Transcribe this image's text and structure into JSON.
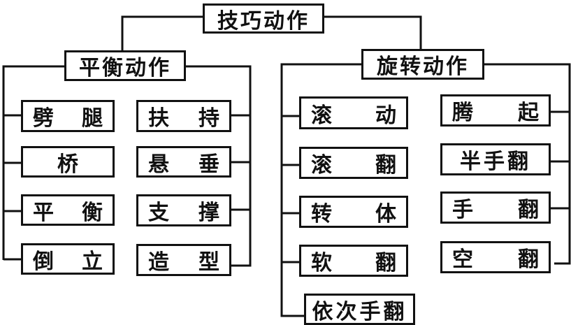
{
  "root": {
    "label": "技巧动作"
  },
  "balance": {
    "label": "平衡动作",
    "left_items": [
      {
        "chars": [
          "劈",
          "腿"
        ]
      },
      {
        "chars": [
          "桥"
        ]
      },
      {
        "chars": [
          "平",
          "衡"
        ]
      },
      {
        "chars": [
          "倒",
          "立"
        ]
      }
    ],
    "right_items": [
      {
        "chars": [
          "扶",
          "持"
        ]
      },
      {
        "chars": [
          "悬",
          "垂"
        ]
      },
      {
        "chars": [
          "支",
          "撑"
        ]
      },
      {
        "chars": [
          "造",
          "型"
        ]
      }
    ]
  },
  "rotation": {
    "label": "旋转动作",
    "left_items": [
      {
        "chars": [
          "滚",
          "动"
        ]
      },
      {
        "chars": [
          "滚",
          "翻"
        ]
      },
      {
        "chars": [
          "转",
          "体"
        ]
      },
      {
        "chars": [
          "软",
          "翻"
        ]
      },
      {
        "label": "依次手翻"
      }
    ],
    "right_items": [
      {
        "chars": [
          "腾",
          "起"
        ]
      },
      {
        "label": "半手翻"
      },
      {
        "chars": [
          "手",
          "翻"
        ]
      },
      {
        "chars": [
          "空",
          "翻"
        ]
      }
    ]
  }
}
